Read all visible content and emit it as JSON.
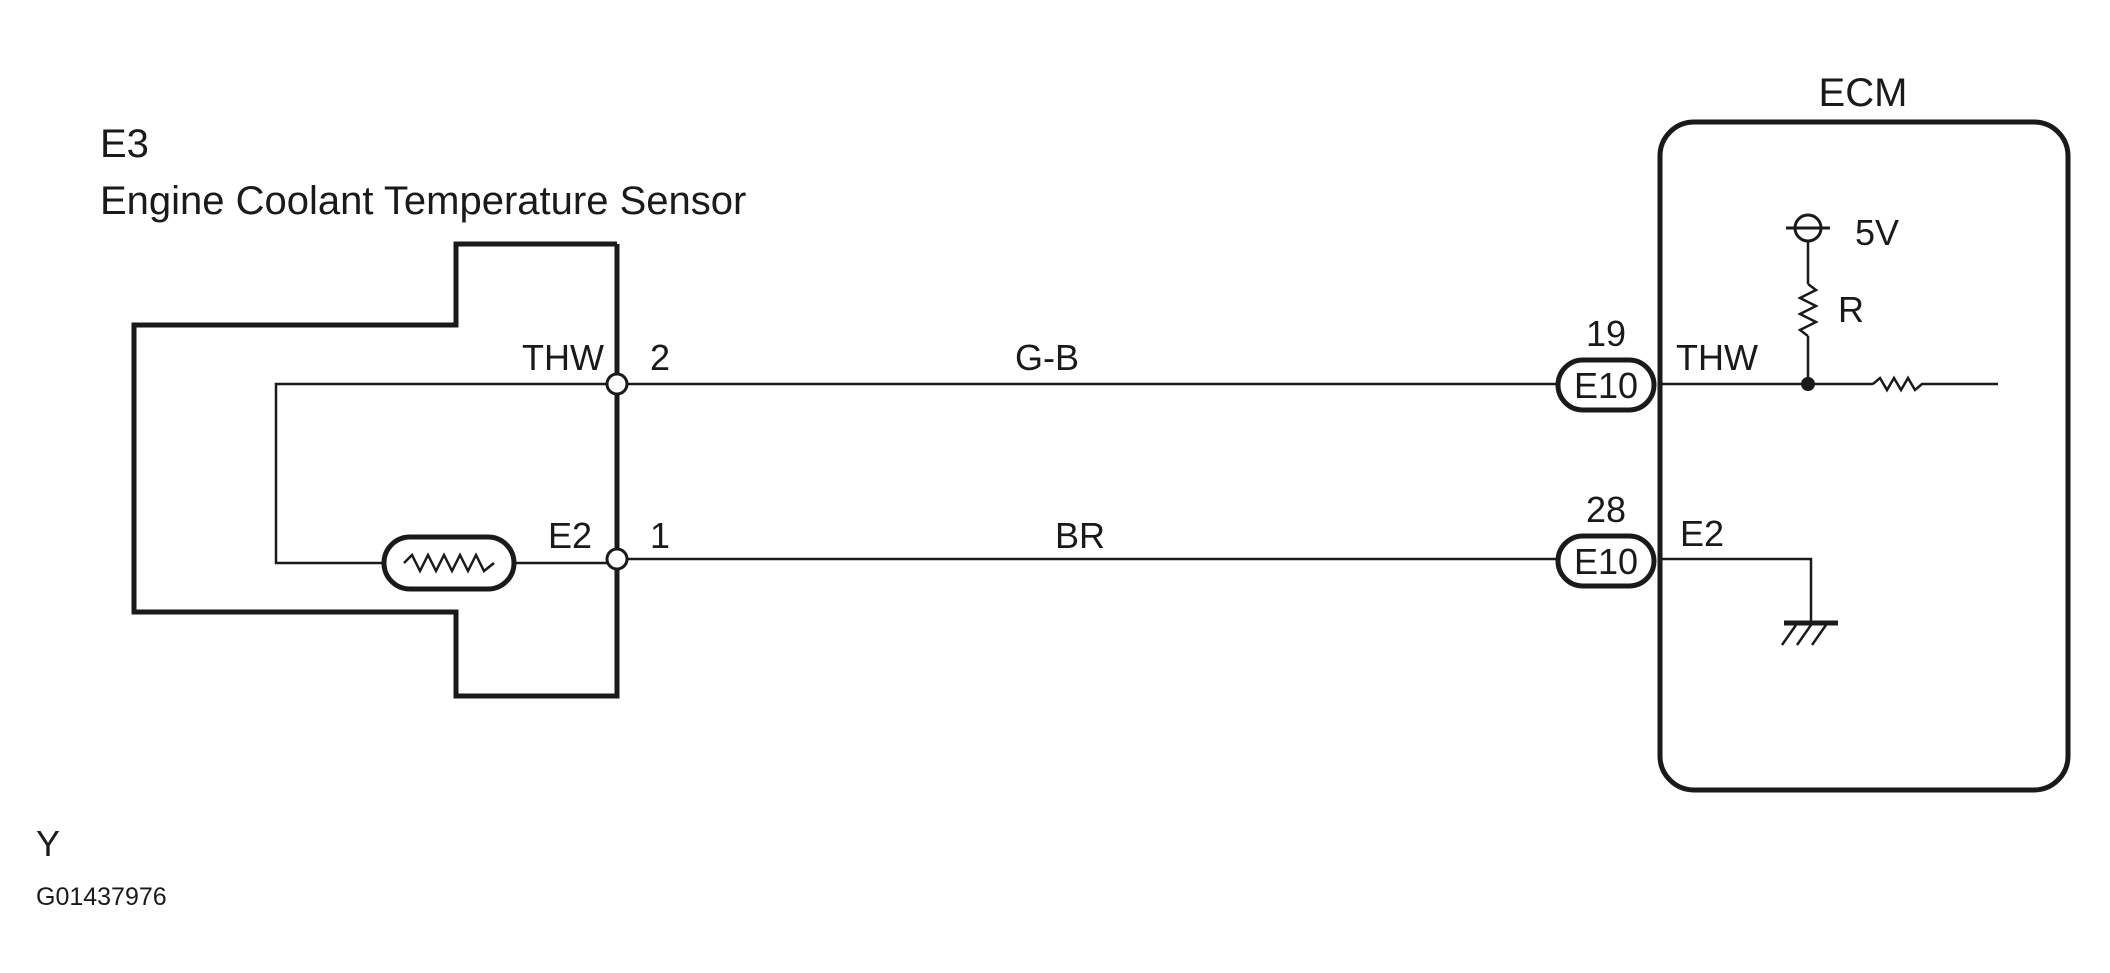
{
  "sensor": {
    "code": "E3",
    "name": "Engine Coolant Temperature Sensor",
    "pins": [
      {
        "number": "2",
        "signal": "THW"
      },
      {
        "number": "1",
        "signal": "E2"
      }
    ]
  },
  "wires": [
    {
      "color_code": "G-B"
    },
    {
      "color_code": "BR"
    }
  ],
  "ecm": {
    "title": "ECM",
    "supply": "5V",
    "resistor": "R",
    "pins": [
      {
        "number": "19",
        "connector": "E10",
        "signal": "THW"
      },
      {
        "number": "28",
        "connector": "E10",
        "signal": "E2"
      }
    ]
  },
  "footer": {
    "marker": "Y",
    "figure_id": "G01437976"
  }
}
